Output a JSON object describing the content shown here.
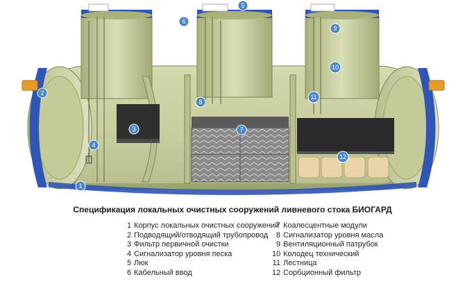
{
  "callouts": [
    {
      "num": "1"
    },
    {
      "num": "2"
    },
    {
      "num": "3"
    },
    {
      "num": "4"
    },
    {
      "num": "5"
    },
    {
      "num": "6"
    },
    {
      "num": "7"
    },
    {
      "num": "8"
    },
    {
      "num": "9"
    },
    {
      "num": "10"
    },
    {
      "num": "11"
    },
    {
      "num": "12"
    }
  ],
  "spec": {
    "title": "Спецификация локальных очистных сооружений ливневого стока БИОГАРД",
    "left": [
      {
        "num": "1",
        "text": "Корпус локальных очистных сооружений"
      },
      {
        "num": "2",
        "text": "Подводящий/отводящий трубопровод"
      },
      {
        "num": "3",
        "text": "Фильтр первичной очистки"
      },
      {
        "num": "4",
        "text": "Сигнализатор уровня песка"
      },
      {
        "num": "5",
        "text": "Люк"
      },
      {
        "num": "6",
        "text": "Кабельный ввод"
      }
    ],
    "right": [
      {
        "num": "7",
        "text": "Коалесцентные модули"
      },
      {
        "num": "8",
        "text": "Сигнализатор уровня масла"
      },
      {
        "num": "9",
        "text": "Вентиляционный патрубок"
      },
      {
        "num": "10",
        "text": "Колодец технический"
      },
      {
        "num": "11",
        "text": "Лестница"
      },
      {
        "num": "12",
        "text": "Сорбционный фильтр"
      }
    ]
  },
  "colors": {
    "hull": "#c9cf9f",
    "hull_dark": "#8f9866",
    "band": "#2f55b5",
    "pipe": "#e89a2a",
    "badge": "#4a86c2",
    "coalescer": "#7b7b7b",
    "sorbent": "#2a2a2a",
    "bags": "#e8d6a8"
  }
}
